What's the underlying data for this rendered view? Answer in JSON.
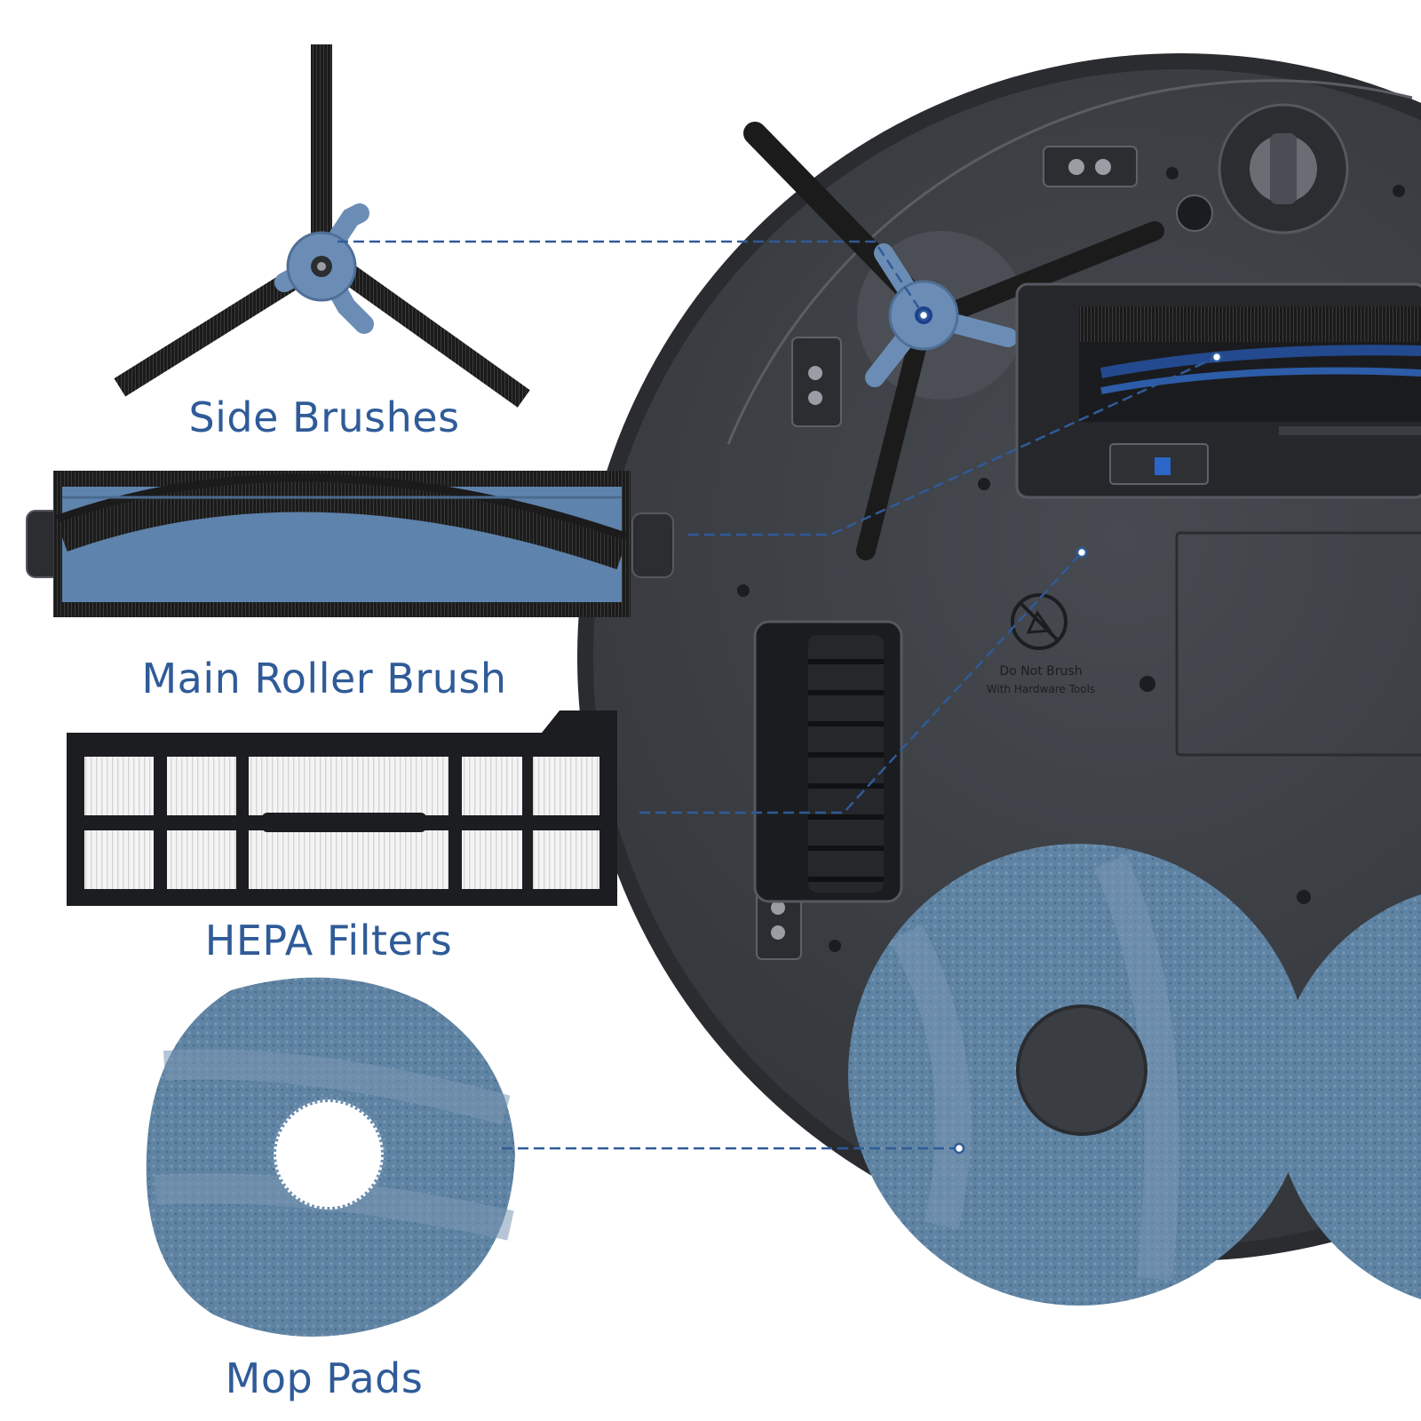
{
  "colors": {
    "label_text": "#2f5b98",
    "callout_line": "#2f5b98",
    "robot_body": "#3a3d42",
    "accent_blue": "#6b8db5",
    "mop_blue": "#5c7f9f"
  },
  "labels": {
    "side_brushes": "Side Brushes",
    "main_roller_brush": "Main Roller Brush",
    "hepa_filters": "HEPA Filters",
    "mop_pads": "Mop Pads"
  },
  "robot": {
    "warning_text_line1": "Do Not Brush",
    "warning_text_line2": "With Hardware Tools"
  }
}
